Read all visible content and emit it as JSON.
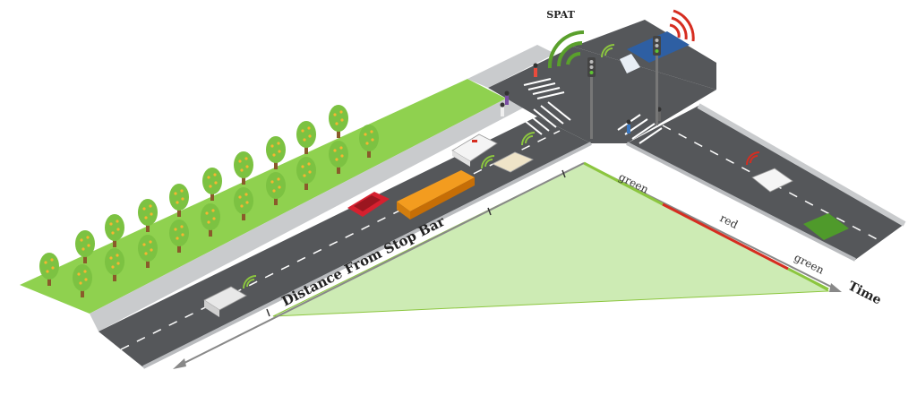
{
  "labels": {
    "spat": "SPAT",
    "distance_axis": "Distance From Stop Bar",
    "time_axis": "Time"
  },
  "phases": [
    {
      "label": "green"
    },
    {
      "label": "red"
    },
    {
      "label": "green"
    }
  ],
  "colors": {
    "grass": "#8fd14f",
    "road": "#55575a",
    "sidewalk": "#c9cbcd",
    "phase_green": "#8cc63f",
    "phase_red": "#d62d20",
    "cone_fill": "#bfe3a0",
    "signal_wave_green": "#5aa02c",
    "signal_wave_red": "#d62d20"
  },
  "icons": [
    "spat-signal-icon",
    "traffic-light-icon",
    "truck-icon",
    "ambulance-icon",
    "bus-icon",
    "car-icon",
    "tree-icon",
    "pedestrian-icon",
    "wireless-wave-icon"
  ]
}
